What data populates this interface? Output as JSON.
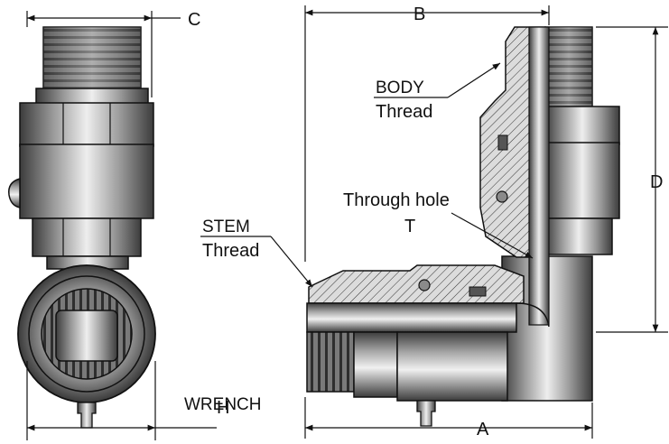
{
  "labels": {
    "C": "C",
    "B": "B",
    "D": "D",
    "A": "A",
    "H": "H",
    "T": "T",
    "body": "BODY",
    "body_thread": "Thread",
    "stem": "STEM",
    "stem_thread": "Thread",
    "through_hole": "Through hole",
    "wrench": "WRENCH"
  },
  "colors": {
    "metal_dark": "#3a3a3a",
    "metal_mid": "#8a8a8a",
    "metal_light": "#e6e6e6",
    "line": "#111111",
    "hatch_bg": "#d9d9d9"
  }
}
